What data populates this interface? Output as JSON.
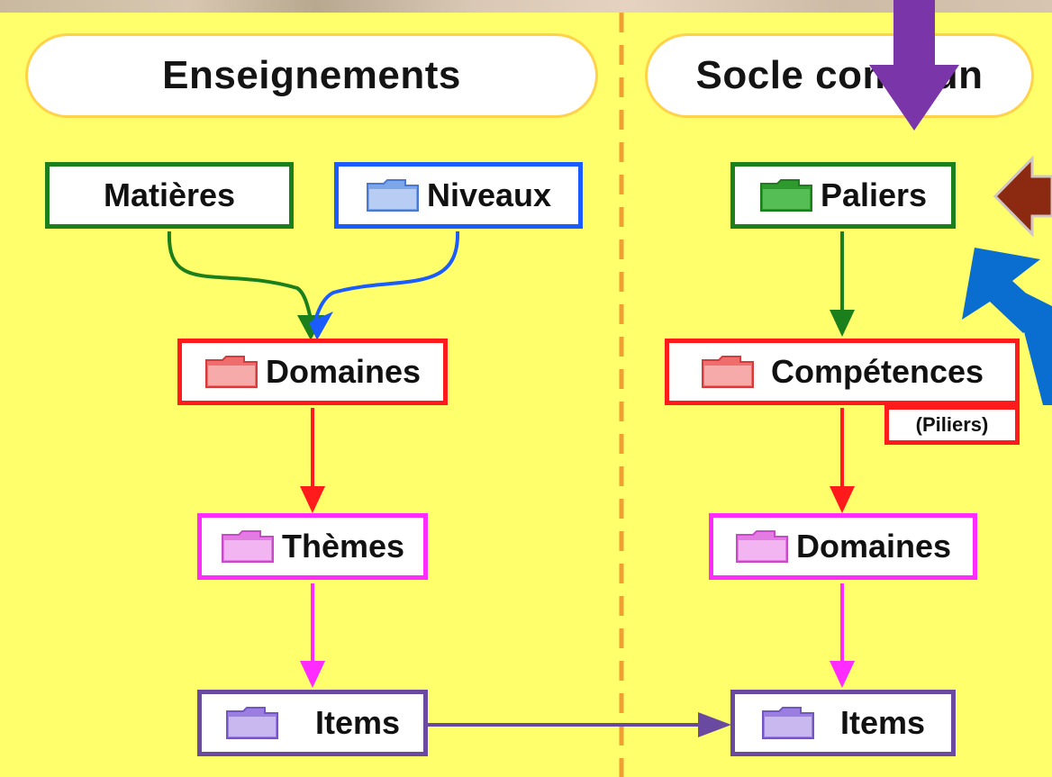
{
  "headers": {
    "left": "Enseignements",
    "right": "Socle commun"
  },
  "left": {
    "matieres": "Matières",
    "niveaux": "Niveaux",
    "domaines": "Domaines",
    "themes": "Thèmes",
    "items": "Items"
  },
  "right": {
    "paliers": "Paliers",
    "competences": "Compétences",
    "piliers": "(Piliers)",
    "domaines": "Domaines",
    "items": "Items"
  },
  "colors": {
    "background": "#ffff6c",
    "pill_border": "#ffd24a",
    "divider": "#f0a032",
    "green": "#1b7f1b",
    "blue": "#1a5cff",
    "red": "#ff1b1b",
    "magenta": "#ff2bff",
    "purple": "#6a4aa0",
    "arrow_purple": "#7a35a8",
    "arrow_brown": "#8b2a10",
    "arrow_blue": "#0a6ed0"
  }
}
